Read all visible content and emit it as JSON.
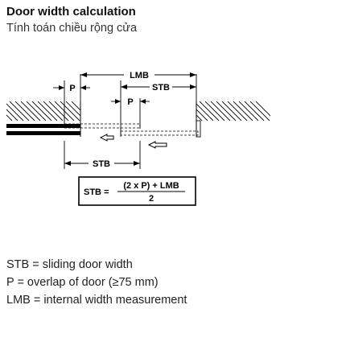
{
  "title": "Door width calculation",
  "subtitle": "Tính toán chiều rộng cửa",
  "diagram": {
    "label_lmb": "LMB",
    "label_p_left": "P",
    "label_p_right": "P",
    "label_stb_top": "STB",
    "label_stb_bottom": "STB",
    "formula_lhs": "STB =",
    "formula_numerator": "(2 x P) + LMB",
    "formula_denominator": "2"
  },
  "legend": {
    "stb": "STB = sliding door width",
    "p": "P = overlap of door (≥75 mm)",
    "lmb": "LMB = internal width measurement"
  }
}
